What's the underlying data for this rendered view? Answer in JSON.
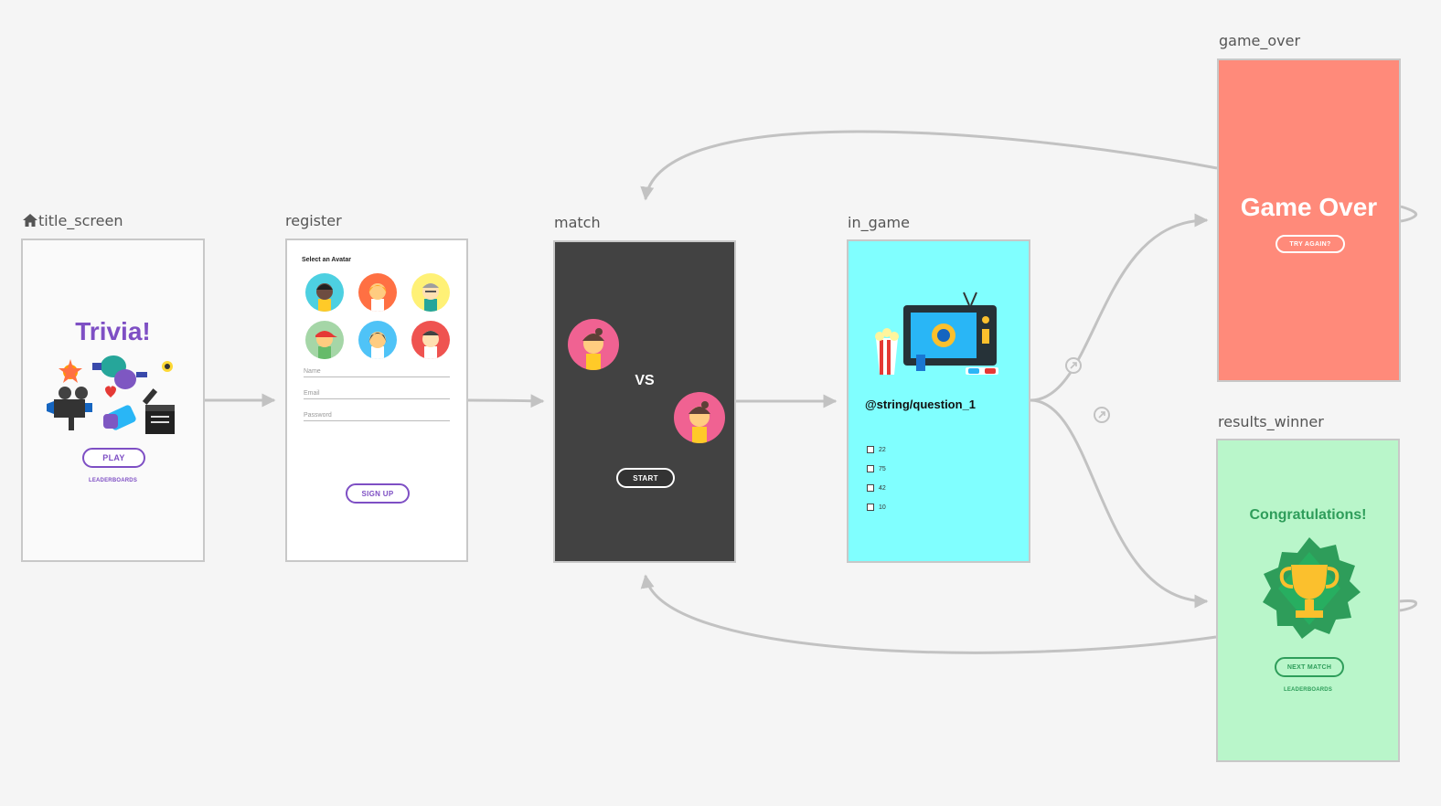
{
  "nodes": {
    "title_screen": {
      "label": "title_screen",
      "heading": "Trivia!",
      "play_button": "PLAY",
      "leaderboards_link": "LEADERBOARDS",
      "bg": "#fafafa",
      "accent": "#7e4fc4"
    },
    "register": {
      "label": "register",
      "heading": "Select an Avatar",
      "name_placeholder": "Name",
      "email_placeholder": "Email",
      "password_placeholder": "Password",
      "signup_button": "SIGN UP",
      "bg": "#ffffff",
      "accent": "#7e4fc4"
    },
    "match": {
      "label": "match",
      "vs_text": "VS",
      "start_button": "START",
      "bg": "#424242"
    },
    "in_game": {
      "label": "in_game",
      "question": "@string/question_1",
      "answers": [
        "22",
        "75",
        "42",
        "10"
      ],
      "bg": "#80ffff"
    },
    "game_over": {
      "label": "game_over",
      "heading": "Game Over",
      "try_again_button": "TRY AGAIN?",
      "bg": "#ff8a7a"
    },
    "results_winner": {
      "label": "results_winner",
      "heading": "Congratulations!",
      "next_match_button": "NEXT MATCH",
      "leaderboards_link": "LEADERBOARDS",
      "bg": "#b9f6ca",
      "accent": "#2e9d5a"
    }
  },
  "edges": [
    {
      "from": "title_screen",
      "to": "register"
    },
    {
      "from": "register",
      "to": "match"
    },
    {
      "from": "match",
      "to": "in_game"
    },
    {
      "from": "in_game",
      "to": "game_over"
    },
    {
      "from": "in_game",
      "to": "results_winner"
    },
    {
      "from": "game_over",
      "to": "match"
    },
    {
      "from": "results_winner",
      "to": "match"
    },
    {
      "from": "game_over",
      "to": "game_over"
    },
    {
      "from": "results_winner",
      "to": "results_winner"
    }
  ],
  "colors": {
    "edge": "#c2c2c2",
    "node_border": "#c8c8c8",
    "canvas": "#f5f5f5"
  },
  "icons": {
    "start_destination": "home-icon",
    "deep_link": "deep-link-icon"
  }
}
